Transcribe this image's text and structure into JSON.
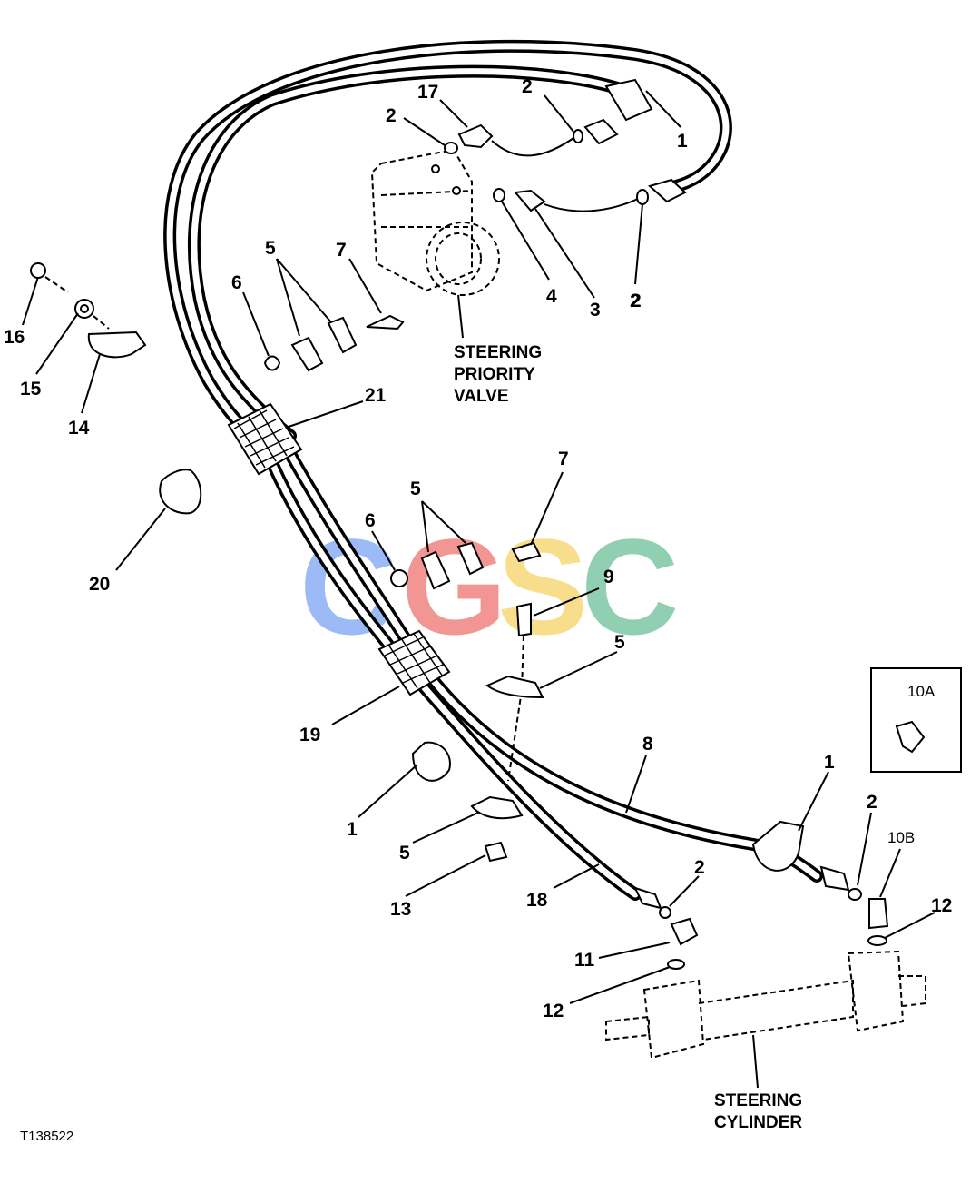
{
  "diagram": {
    "figure_code": "T138522",
    "assemblies": {
      "steering_priority_valve": [
        "STEERING",
        "PRIORITY",
        "VALVE"
      ],
      "steering_cylinder": [
        "STEERING",
        "CYLINDER"
      ]
    },
    "inset_label": "10A",
    "watermark": {
      "letters": [
        "C",
        "G",
        "S",
        "C"
      ],
      "colors": [
        "#5b8def",
        "#e8524a",
        "#f5c842",
        "#48b07e"
      ]
    },
    "callouts": [
      "17",
      "2",
      "2",
      "1",
      "2",
      "4",
      "3",
      "2",
      "5",
      "7",
      "6",
      "16",
      "15",
      "14",
      "21",
      "20",
      "7",
      "5",
      "6",
      "9",
      "5",
      "19",
      "8",
      "1",
      "1",
      "5",
      "13",
      "18",
      "2",
      "10B",
      "12",
      "11",
      "12",
      "2"
    ]
  }
}
